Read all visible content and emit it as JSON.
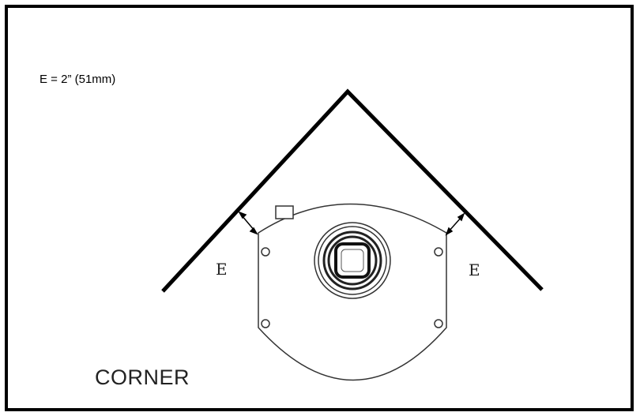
{
  "note": "E = 2” (51mm)",
  "title": "CORNER",
  "clearance_left_label": "E",
  "clearance_right_label": "E",
  "colors": {
    "frame": "#000000",
    "wall": "#000000",
    "appliance_outline": "#333333"
  }
}
